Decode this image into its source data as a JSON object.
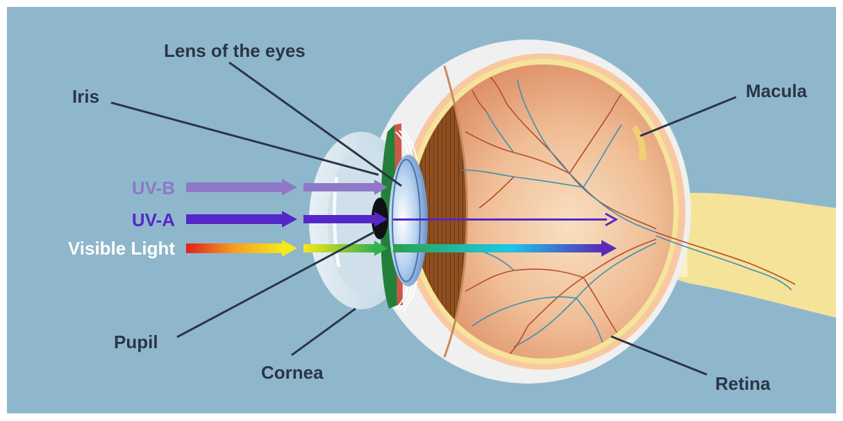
{
  "labels": {
    "lens": "Lens of the eyes",
    "iris": "Iris",
    "macula": "Macula",
    "uvb": "UV-B",
    "uva": "UV-A",
    "visible": "Visible Light",
    "pupil": "Pupil",
    "cornea": "Cornea",
    "retina": "Retina"
  },
  "colors": {
    "background": "#8fb7cc",
    "sclera": "#f2f2f2",
    "eyeball_interior": "#f2c29d",
    "iris_muscle": "#8a4a1c",
    "lens": "#b8d0ee",
    "cornea": "#d3e2ea",
    "optic_nerve": "#f5e39a",
    "uvb": "#8e78c8",
    "uva": "#5427c7",
    "visible_gradient": [
      "#e02020",
      "#f4a020",
      "#f7e81a",
      "#32b04a",
      "#1ec8e8",
      "#5a2ab8"
    ],
    "label_dark": "#2b3548",
    "label_white": "#ffffff"
  }
}
